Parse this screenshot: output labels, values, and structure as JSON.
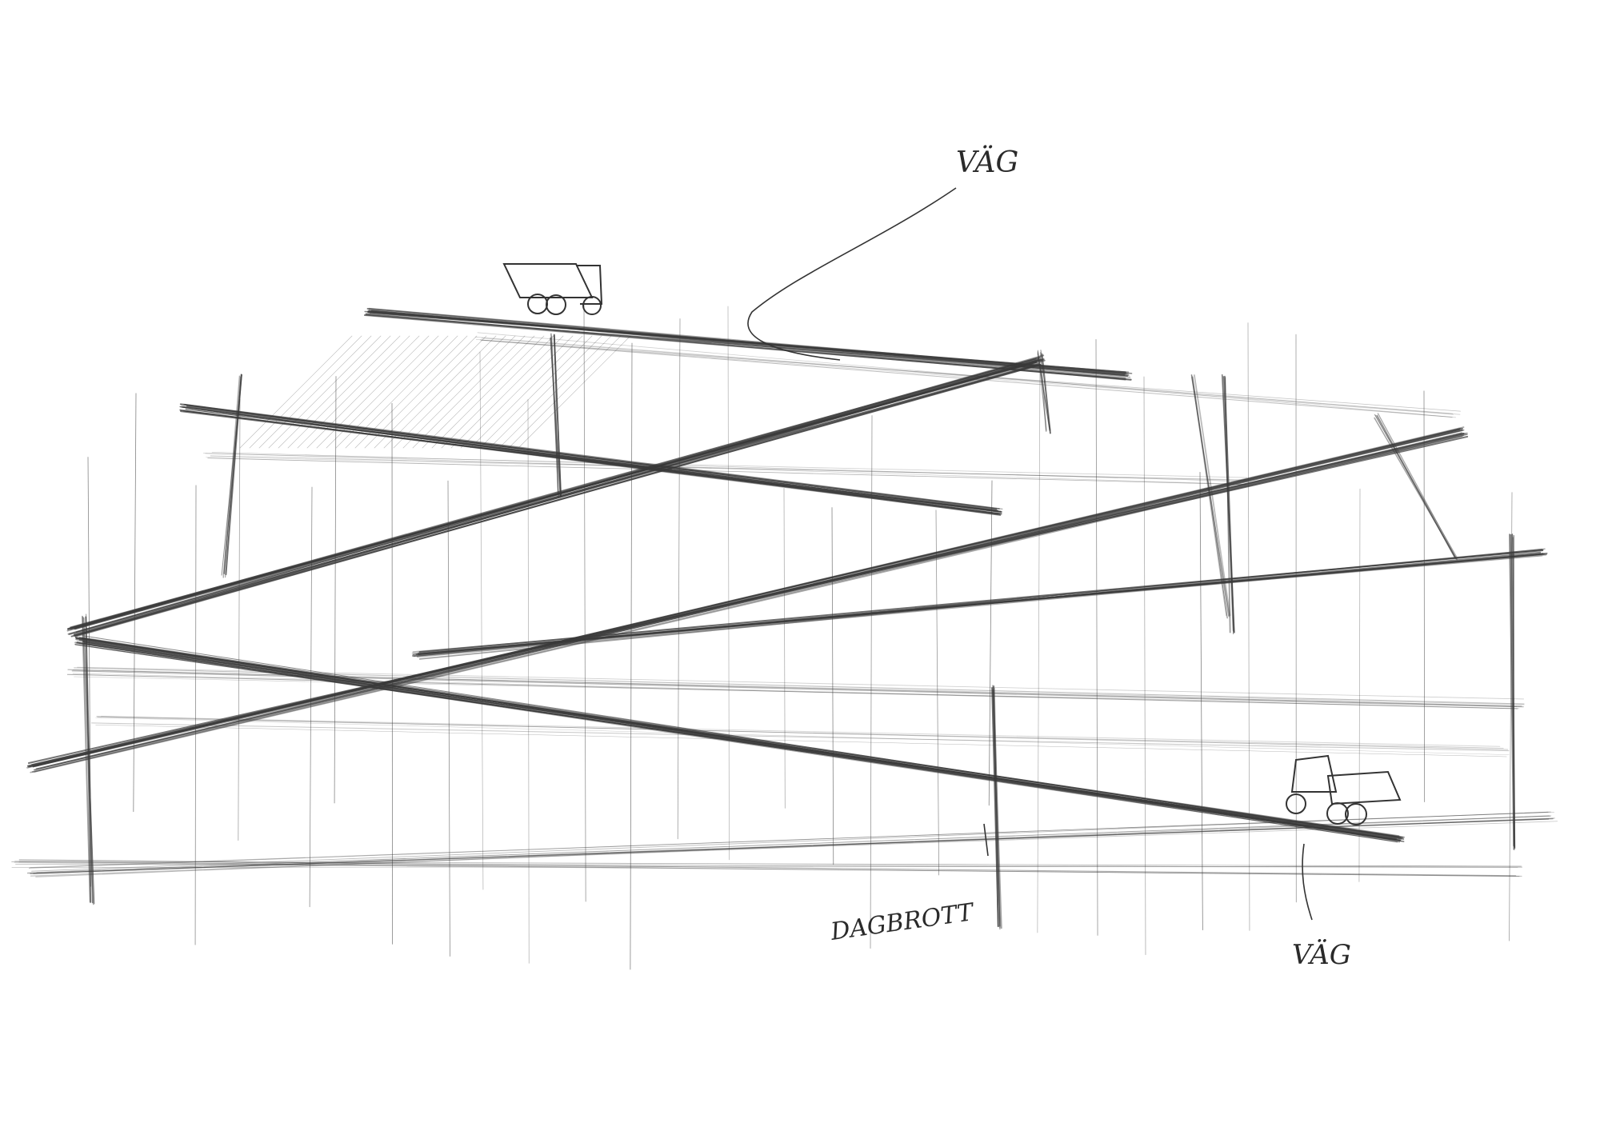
{
  "drawing": {
    "medium": "pencil sketch",
    "stroke_color": "#3a3a3a",
    "paper_color": "#ffffff"
  },
  "annotations": {
    "top_label": "VÄG",
    "bottom_label": "VÄG",
    "middle_label": "DAGBROTT"
  }
}
